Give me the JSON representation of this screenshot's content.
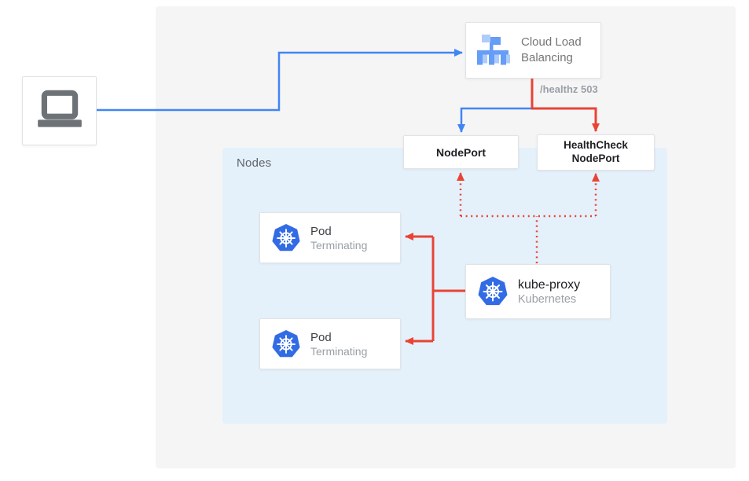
{
  "colors": {
    "blue": "#4285F4",
    "red": "#EA4335",
    "panel": "#F5F5F6",
    "nodes_panel": "#E4F1FB",
    "kubernetes_blue": "#326CE5",
    "icon_blue_mid": "#669DF6",
    "icon_blue_light": "#AECBFA",
    "laptop_gray": "#6D7276"
  },
  "icons": {
    "client": "laptop-icon",
    "load_balancer": "load-balancer-icon",
    "kubernetes": "kubernetes-helm-icon"
  },
  "cloud_load_balancing": {
    "label": "Cloud Load Balancing"
  },
  "health_check_label": "/healthz 503",
  "node_port": {
    "label": "NodePort"
  },
  "health_check_node_port": {
    "line1": "HealthCheck",
    "line2": "NodePort"
  },
  "nodes_panel": {
    "label": "Nodes"
  },
  "pods": [
    {
      "title": "Pod",
      "status": "Terminating"
    },
    {
      "title": "Pod",
      "status": "Terminating"
    }
  ],
  "kube_proxy": {
    "title": "kube-proxy",
    "subtitle": "Kubernetes"
  },
  "edges": [
    {
      "from": "client",
      "to": "cloud-load-balancing",
      "color": "blue",
      "style": "solid"
    },
    {
      "from": "cloud-load-balancing",
      "to": "node-port",
      "color": "blue",
      "style": "solid"
    },
    {
      "from": "cloud-load-balancing",
      "to": "healthcheck-node-port",
      "color": "red",
      "style": "solid",
      "label": "/healthz 503"
    },
    {
      "from": "kube-proxy",
      "to": "node-port",
      "color": "red",
      "style": "dotted"
    },
    {
      "from": "kube-proxy",
      "to": "healthcheck-node-port",
      "color": "red",
      "style": "dotted"
    },
    {
      "from": "kube-proxy",
      "to": "pod-1",
      "color": "red",
      "style": "solid"
    },
    {
      "from": "kube-proxy",
      "to": "pod-2",
      "color": "red",
      "style": "solid"
    }
  ]
}
